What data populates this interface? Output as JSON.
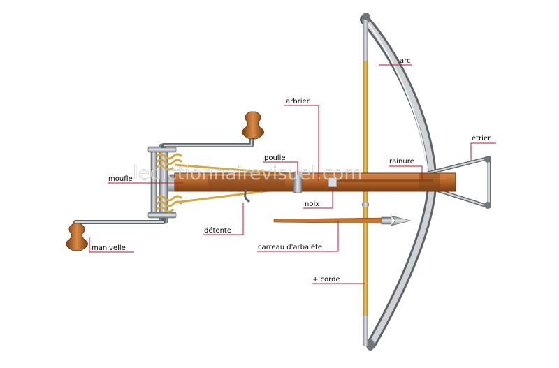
{
  "labels": {
    "arc": "arc",
    "arbrier": "arbrier",
    "etrier": "étrier",
    "rainure": "rainure",
    "poulie": "poulie",
    "moufle": "moufle",
    "noix": "noix",
    "detente": "détente",
    "carreau": "carreau d'arbalète",
    "corde": "+ corde",
    "manivelle": "manivelle"
  },
  "watermark": "ledictionnairevisuel.com",
  "colors": {
    "leader": "#c8102e",
    "wood": "#b5652a",
    "metal": "#9aa0a6",
    "string": "#d4a843",
    "handle": "#b8641f"
  }
}
